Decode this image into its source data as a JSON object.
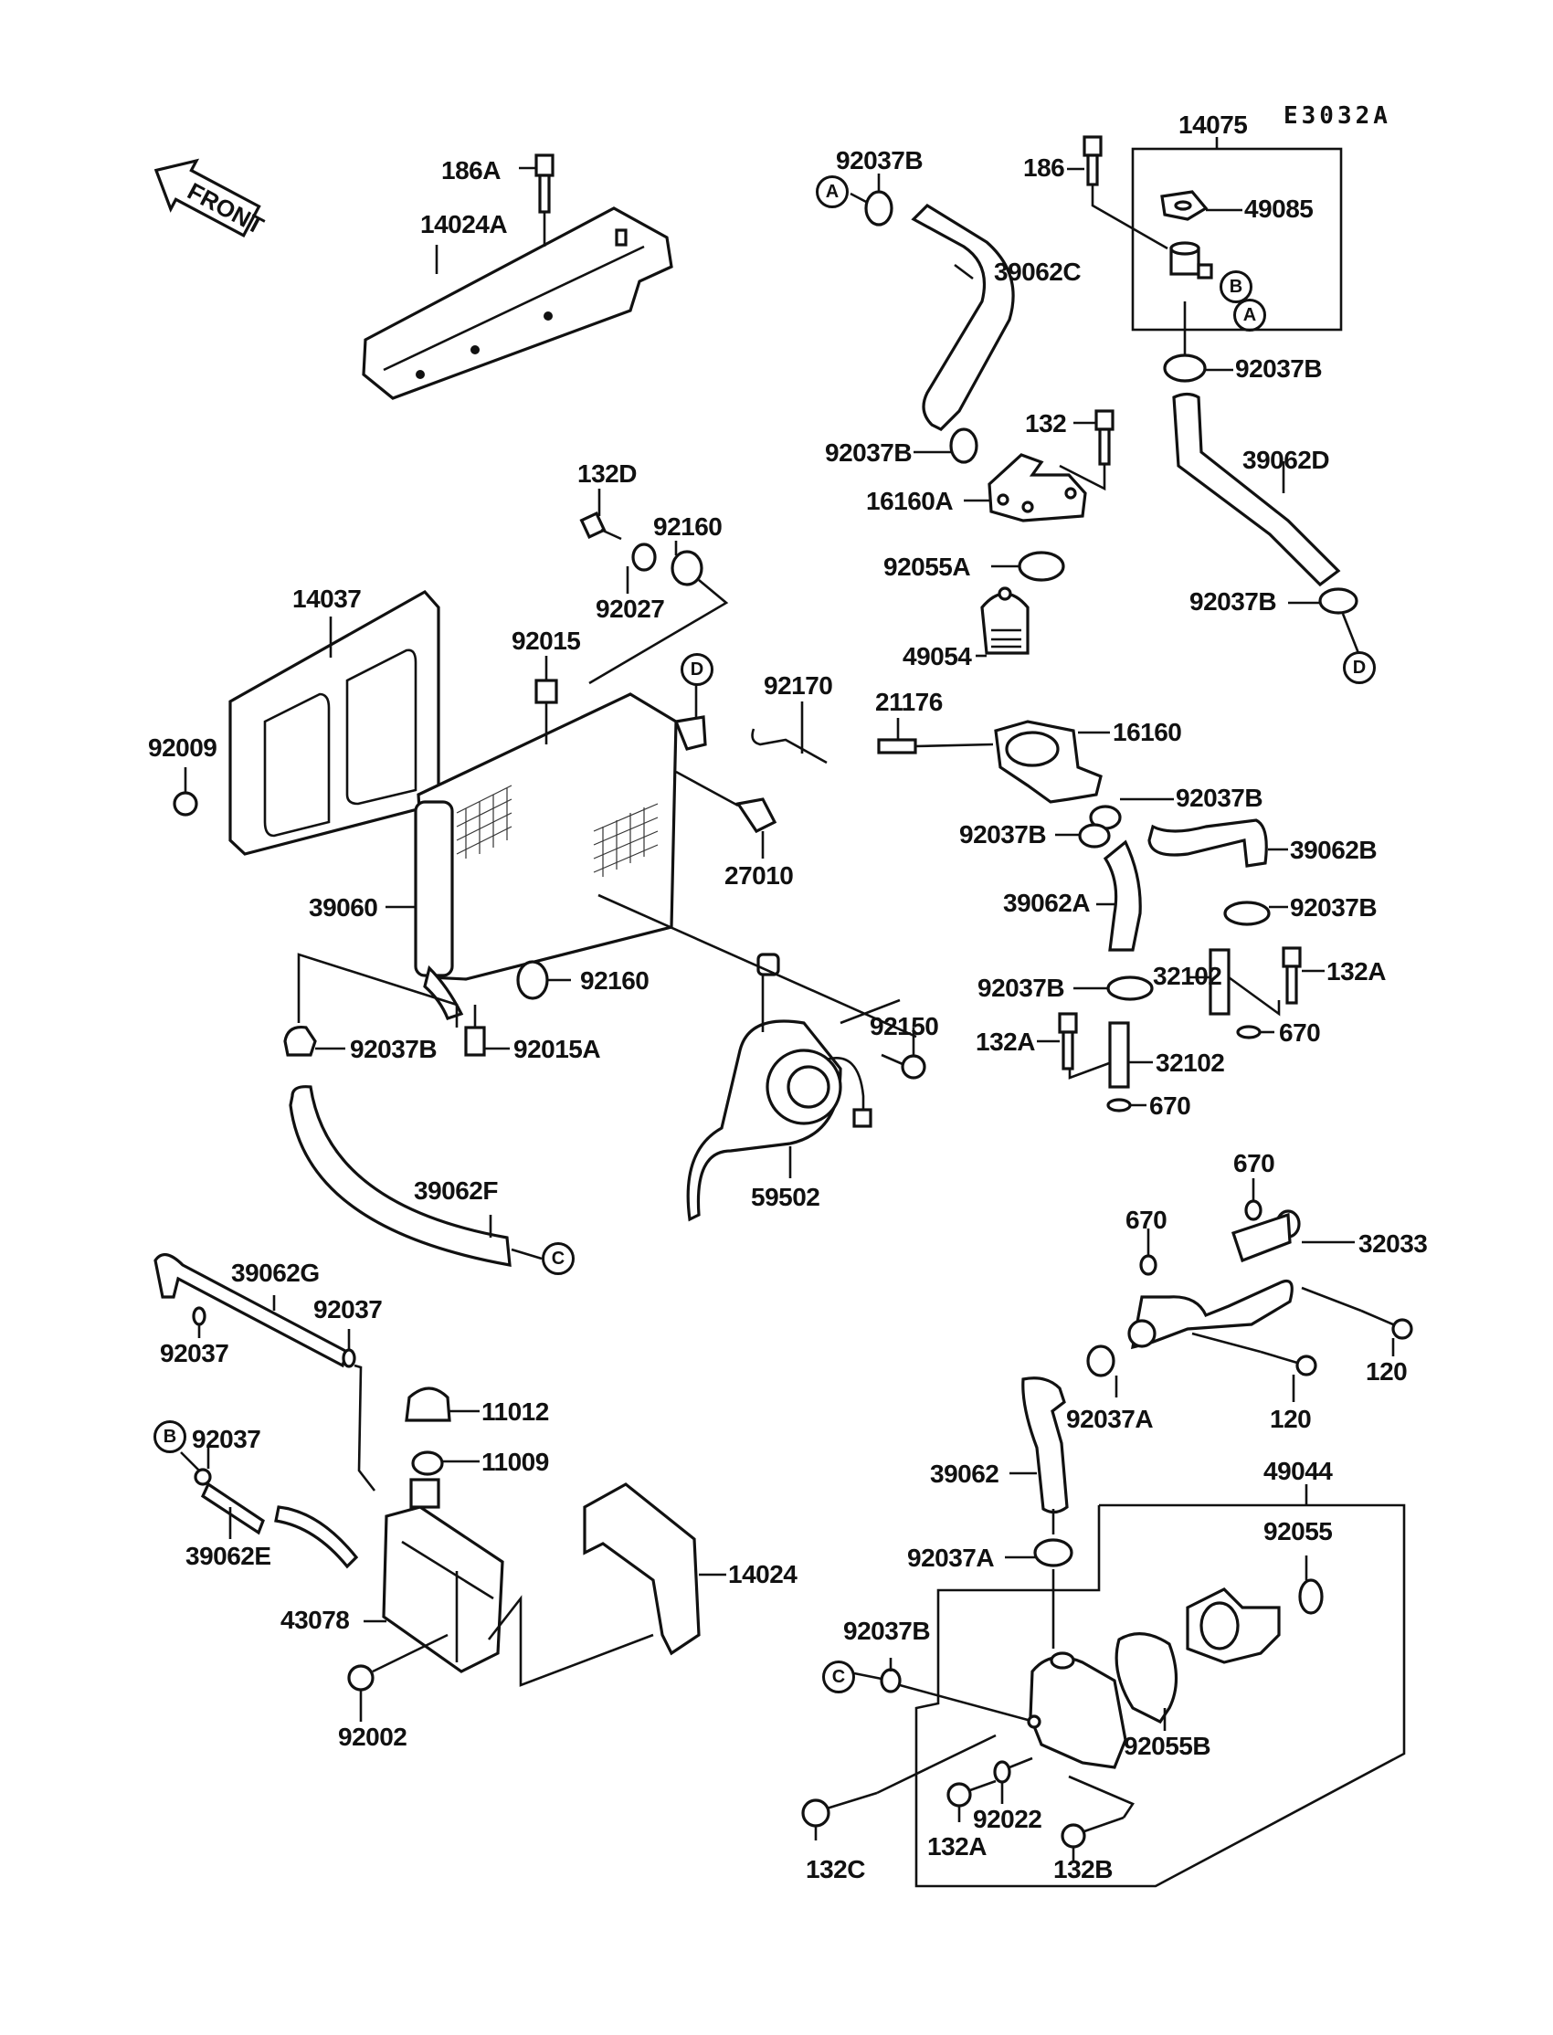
{
  "diagram": {
    "title": "Radiator / Cooling System parts diagram",
    "figure_code": "E3032A",
    "orientation_arrow": {
      "label": "FRONT",
      "icon": "arrow-left-icon"
    },
    "reference_markers": {
      "A": "A",
      "B": "B",
      "C": "C",
      "D": "D"
    },
    "parts": {
      "p186A": "186A",
      "p14024A": "14024A",
      "p92037B_top": "92037B",
      "p39062C": "39062C",
      "p186": "186",
      "p14075": "14075",
      "p49085": "49085",
      "p92037B_cap": "92037B",
      "p132": "132",
      "p92037B_mid": "92037B",
      "p16160A": "16160A",
      "p39062D": "39062D",
      "p92055A": "92055A",
      "p92037B_d": "92037B",
      "p49054": "49054",
      "p132D": "132D",
      "p92160_top": "92160",
      "p92027": "92027",
      "p14037": "14037",
      "p92015": "92015",
      "p92009": "92009",
      "p92170": "92170",
      "p21176": "21176",
      "p16160": "16160",
      "p27010": "27010",
      "p92037B_r1": "92037B",
      "p92037B_r2": "92037B",
      "p39062B": "39062B",
      "p39060": "39060",
      "p39062A": "39062A",
      "p92037B_r3": "92037B",
      "p92160_bot": "92160",
      "p92037B_r4": "92037B",
      "p32102_a": "32102",
      "p132A_a": "132A",
      "p92037B_l": "92037B",
      "p92015A": "92015A",
      "p92150": "92150",
      "p132A_b": "132A",
      "p32102_b": "32102",
      "p670_a": "670",
      "p670_b": "670",
      "p59502": "59502",
      "p39062F": "39062F",
      "p670_c": "670",
      "p670_d": "670",
      "p32033": "32033",
      "p39062G": "39062G",
      "p92037_a": "92037",
      "p92037_b": "92037",
      "p120_a": "120",
      "p120_b": "120",
      "p11012": "11012",
      "p92037A_a": "92037A",
      "p11009": "11009",
      "p92037_c": "92037",
      "p39062": "39062",
      "p49044": "49044",
      "p39062E": "39062E",
      "p14024": "14024",
      "p92055": "92055",
      "p92037A_b": "92037A",
      "p43078": "43078",
      "p92037B_pump": "92037B",
      "p92002": "92002",
      "p92055B": "92055B",
      "p92022": "92022",
      "p132A_c": "132A",
      "p132C": "132C",
      "p132B": "132B"
    }
  }
}
